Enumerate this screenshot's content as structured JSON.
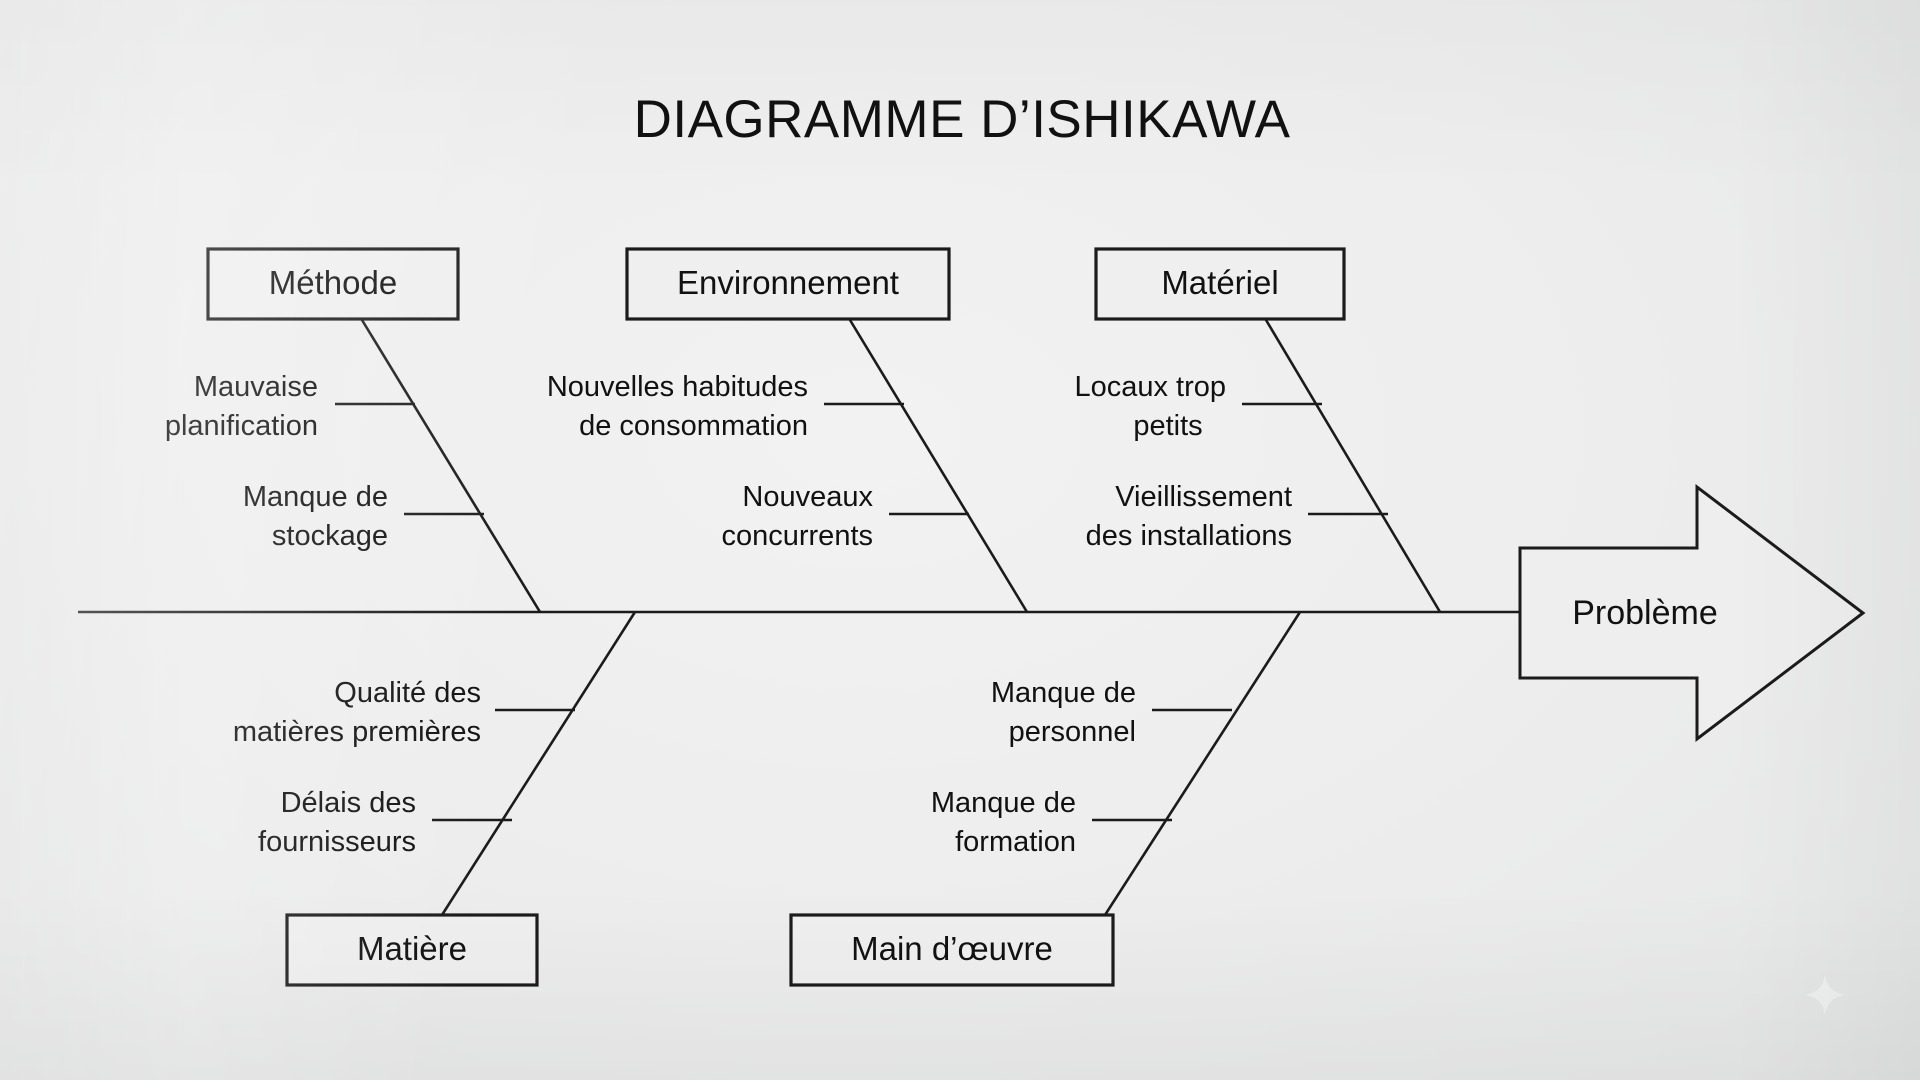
{
  "title": "DIAGRAMME D’ISHIKAWA",
  "effect": {
    "label": "Problème"
  },
  "colors": {
    "background": "#eceded",
    "line": "#1b1b1b",
    "text": "#111111",
    "box_fill": "#efefef"
  },
  "categories": [
    {
      "id": "methode",
      "label": "Méthode",
      "side": "top",
      "causes": [
        {
          "line1": "Mauvaise",
          "line2": "planification"
        },
        {
          "line1": "Manque de",
          "line2": "stockage"
        }
      ]
    },
    {
      "id": "environnement",
      "label": "Environnement",
      "side": "top",
      "causes": [
        {
          "line1": "Nouvelles habitudes",
          "line2": "de consommation"
        },
        {
          "line1": "Nouveaux",
          "line2": "concurrents"
        }
      ]
    },
    {
      "id": "materiel",
      "label": "Matériel",
      "side": "top",
      "causes": [
        {
          "line1": "Locaux trop",
          "line2": "petits"
        },
        {
          "line1": "Vieillissement",
          "line2": "des installations"
        }
      ]
    },
    {
      "id": "matiere",
      "label": "Matière",
      "side": "bottom",
      "causes": [
        {
          "line1": "Qualité des",
          "line2": "matières premières"
        },
        {
          "line1": "Délais des",
          "line2": "fournisseurs"
        }
      ]
    },
    {
      "id": "main-doeuvre",
      "label": "Main d’œuvre",
      "side": "bottom",
      "causes": [
        {
          "line1": "Manque de",
          "line2": "personnel"
        },
        {
          "line1": "Manque de",
          "line2": "formation"
        }
      ]
    }
  ],
  "chart_data": {
    "type": "diagram",
    "diagram_type": "ishikawa-fishbone",
    "title": "DIAGRAMME D’ISHIKAWA",
    "effect": "Problème",
    "branches": [
      {
        "category": "Méthode",
        "position": "top-left",
        "causes": [
          "Mauvaise planification",
          "Manque de stockage"
        ]
      },
      {
        "category": "Environnement",
        "position": "top-center",
        "causes": [
          "Nouvelles habitudes de consommation",
          "Nouveaux concurrents"
        ]
      },
      {
        "category": "Matériel",
        "position": "top-right",
        "causes": [
          "Locaux trop petits",
          "Vieillissement des installations"
        ]
      },
      {
        "category": "Matière",
        "position": "bottom-left",
        "causes": [
          "Qualité des matières premières",
          "Délais des fournisseurs"
        ]
      },
      {
        "category": "Main d’œuvre",
        "position": "bottom-center",
        "causes": [
          "Manque de personnel",
          "Manque de formation"
        ]
      }
    ]
  }
}
